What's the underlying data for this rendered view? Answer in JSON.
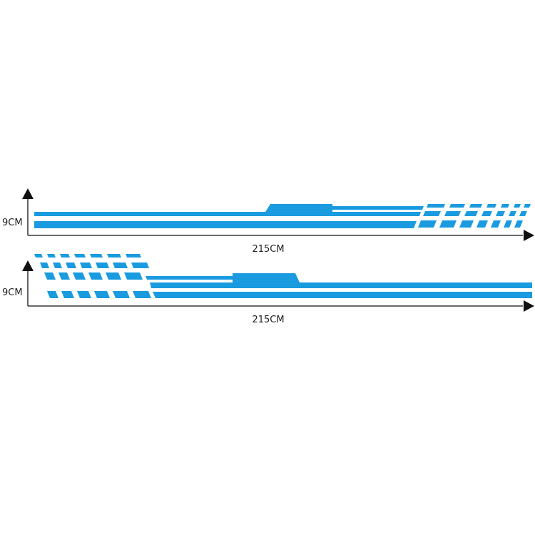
{
  "colors": {
    "stripe": "#1a9be0",
    "axis": "#111111",
    "background": "#ffffff"
  },
  "decals": [
    {
      "orientation": "right",
      "height_label": "9CM",
      "width_label": "215CM"
    },
    {
      "orientation": "left",
      "height_label": "9CM",
      "width_label": "215CM"
    }
  ]
}
